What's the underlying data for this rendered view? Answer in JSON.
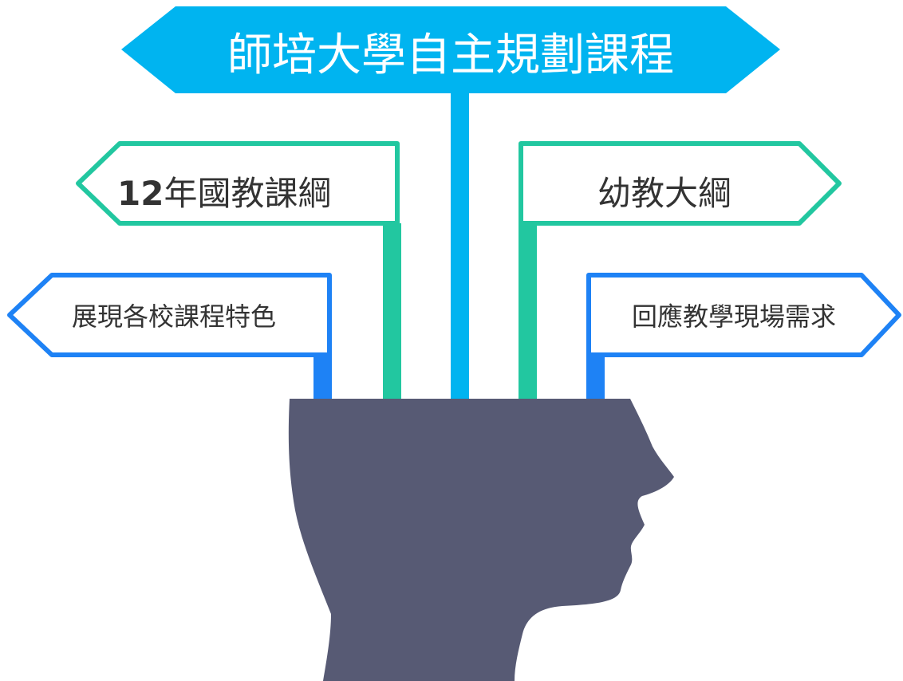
{
  "diagram": {
    "colors": {
      "top": "#00b4f0",
      "teal": "#22c7a0",
      "blue": "#1e82f5",
      "head": "#575a74",
      "sign_fill": "#ffffff",
      "text_dark": "#333333",
      "text_white": "#ffffff"
    },
    "head": {
      "shape": "human-head-silhouette-profile"
    },
    "signs": {
      "top": {
        "text": "師培大學自主規劃課程",
        "direction": "both"
      },
      "mid_left": {
        "text_bold": "12",
        "text": "年國教課綱",
        "direction": "left"
      },
      "mid_right": {
        "text": "幼教大綱",
        "direction": "right"
      },
      "bottom_left": {
        "text": "展現各校課程特色",
        "direction": "left"
      },
      "bottom_right": {
        "text": "回應教學現場需求",
        "direction": "right"
      }
    }
  }
}
